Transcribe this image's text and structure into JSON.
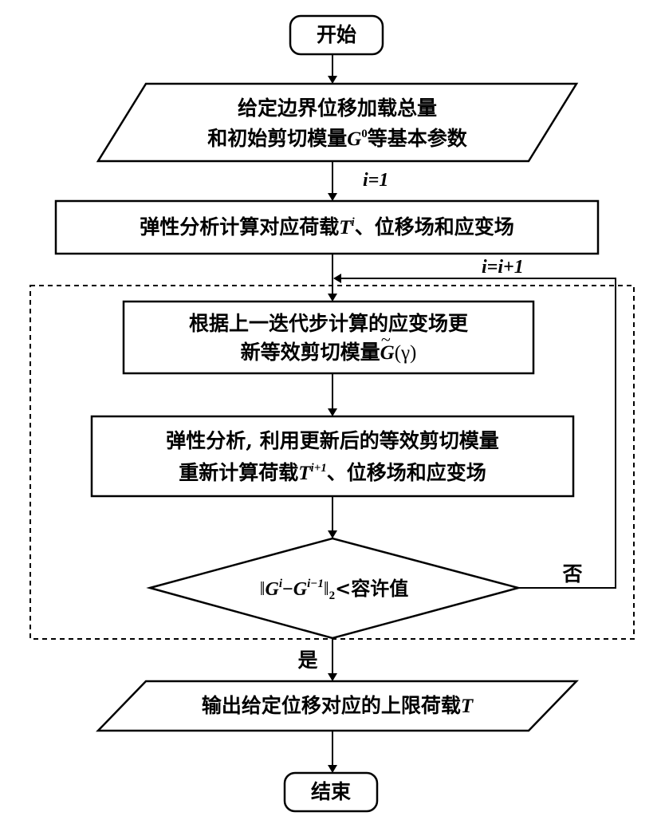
{
  "nodes": {
    "start": "开始",
    "params_line1": "给定边界位移加载总量",
    "params_line2_pre": "和初始剪切模量",
    "params_symbol": "G",
    "params_sup": "0",
    "params_line2_post": "等基本参数",
    "init_index": "i=1",
    "elastic_pre": "弹性分析计算对应荷载",
    "elastic_symbol": "T",
    "elastic_sup": "i",
    "elastic_post": "、位移场和应变场",
    "loop_index": "i=i+1",
    "update_line1": "根据上一迭代步计算的应变场更",
    "update_line2_pre": "新等效剪切模量",
    "update_symbol": "G",
    "update_arg": "(γ)",
    "recalc_line1": "弹性分析, 利用更新后的等效剪切模量",
    "recalc_line2_pre": "重新计算荷载",
    "recalc_symbol": "T",
    "recalc_sup": "i+1",
    "recalc_post": "、位移场和应变场",
    "check_norm_open": "‖",
    "check_g1": "G",
    "check_sup1": "i",
    "check_minus": "−",
    "check_g2": "G",
    "check_sup2": "i−1",
    "check_norm_close": "‖",
    "check_sub": "2",
    "check_post": "<容许值",
    "branch_no": "否",
    "branch_yes": "是",
    "output_pre": "输出给定位移对应的上限荷载",
    "output_symbol": "T",
    "end": "结束"
  },
  "colors": {
    "stroke": "#000000",
    "text": "#000000",
    "background": "#ffffff"
  }
}
